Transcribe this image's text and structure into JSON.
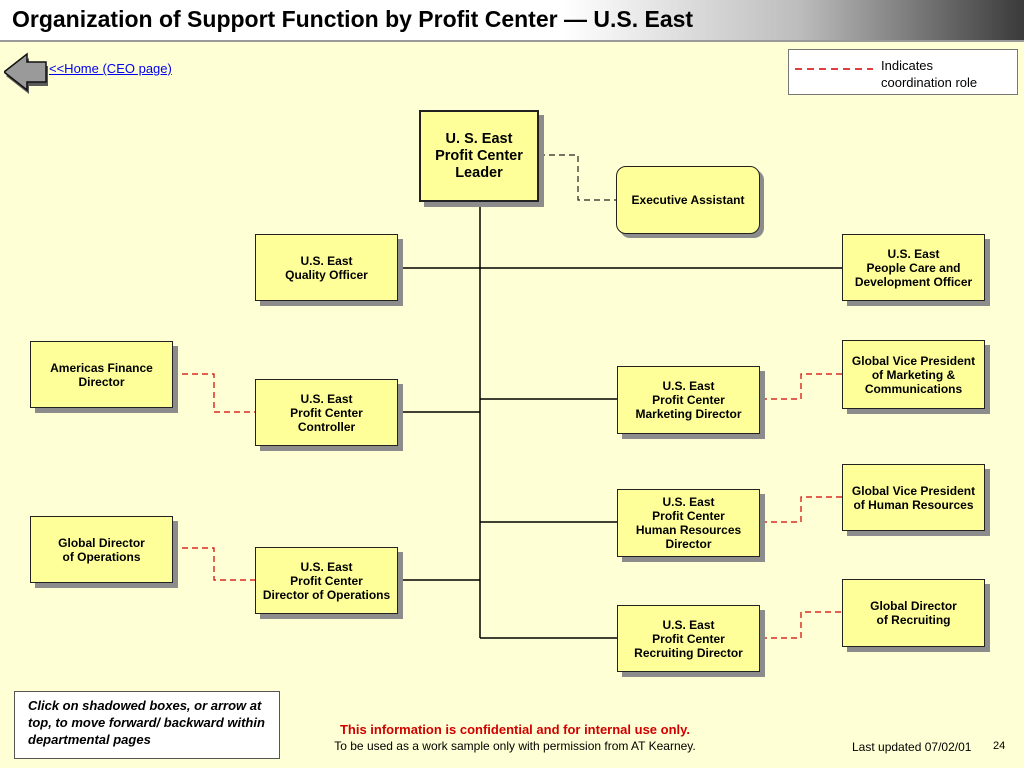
{
  "title": "Organization of Support Function by Profit Center — U.S. East",
  "home_link": "<<Home (CEO page)",
  "legend": {
    "text": "Indicates\ncoordination role",
    "line_color": "#d00000"
  },
  "boxes": {
    "leader": "U. S. East\nProfit Center\nLeader",
    "exec_assistant": "Executive Assistant",
    "quality_officer": "U.S. East\nQuality Officer",
    "people_care": "U.S. East\nPeople Care and\nDevelopment Officer",
    "americas_finance": "Americas Finance\nDirector",
    "controller": "U.S. East\nProfit Center\nController",
    "marketing_director": "U.S. East\nProfit Center\nMarketing Director",
    "gvp_marketing": "Global Vice President\nof Marketing &\nCommunications",
    "hr_director": "U.S. East\nProfit Center\nHuman Resources\nDirector",
    "gvp_hr": "Global Vice President\nof Human Resources",
    "global_ops": "Global Director\nof Operations",
    "ops_director": "U.S. East\nProfit Center\nDirector of Operations",
    "recruiting_director": "U.S. East\nProfit Center\nRecruiting Director",
    "global_recruiting": "Global Director\nof Recruiting"
  },
  "footer": {
    "note": "Click on shadowed boxes, or arrow at top, to move forward/ backward within departmental pages",
    "confidential": "This information is confidential and for internal use only.",
    "permission": "To be used as a work sample only with permission from AT Kearney.",
    "updated": "Last updated 07/02/01",
    "page": "24"
  },
  "colors": {
    "box_fill": "#FFFF99",
    "background": "#FFFFD5",
    "coordination_line": "#d00000",
    "link": "#0000ee"
  }
}
